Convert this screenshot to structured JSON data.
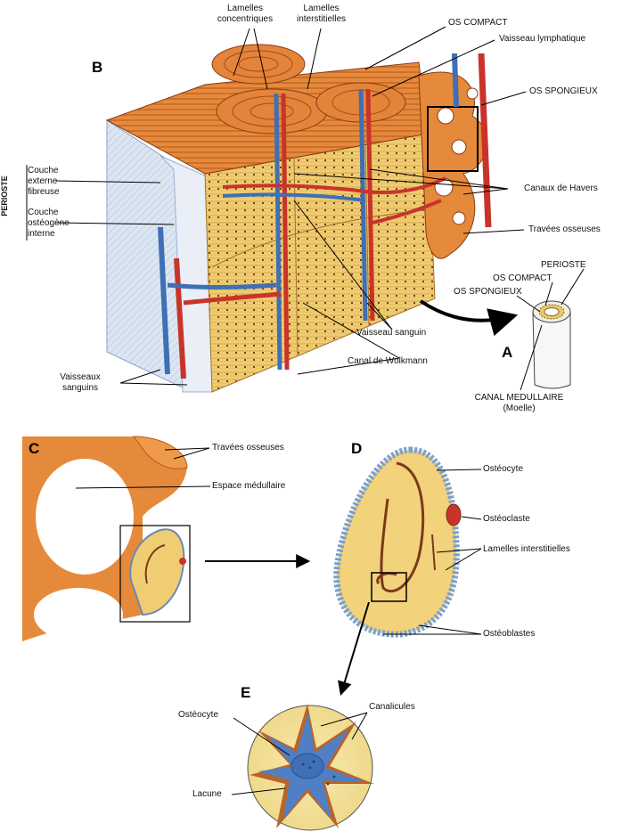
{
  "panels": {
    "A": "A",
    "B": "B",
    "C": "C",
    "D": "D",
    "E": "E"
  },
  "panel_b": {
    "periosteum_vertical": "PERIOSTE",
    "lamelles_concentriques": [
      "Lamelles",
      "concentriques"
    ],
    "lamelles_interstitielles": [
      "Lamelles",
      "interstitielles"
    ],
    "os_compact": "OS COMPACT",
    "vaisseau_lymphatique": "Vaisseau lymphatique",
    "os_spongieux": "OS SPONGIEUX",
    "couche_externe": [
      "Couche",
      "externe",
      "fibreuse"
    ],
    "couche_osteogene": [
      "Couche",
      "ostéogène",
      "interne"
    ],
    "canaux_havers": "Canaux de Havers",
    "travees_osseuses": "Travées osseuses",
    "vaisseau_sanguin": "Vaisseau sanguin",
    "canal_wolkmann": "Canal de Wolkmann",
    "vaisseaux_sanguins": [
      "Vaisseaux",
      "sanguins"
    ]
  },
  "panel_a": {
    "perioste": "PERIOSTE",
    "os_compact": "OS COMPACT",
    "os_spongieux": "OS SPONGIEUX",
    "canal_medullaire": "CANAL MEDULLAIRE",
    "moelle": "(Moelle)"
  },
  "panel_c": {
    "travees_osseuses": "Travées osseuses",
    "espace_medullaire": "Espace médullaire"
  },
  "panel_d": {
    "osteocyte": "Ostéocyte",
    "osteoclaste": "Ostéoclaste",
    "lamelles_interstitielles": "Lamelles interstitielles",
    "osteoblastes": "Ostéoblastes"
  },
  "panel_e": {
    "canalicules": "Canalicules",
    "osteocyte": "Ostéocyte",
    "lacune": "Lacune"
  },
  "colors": {
    "bone_orange": "#e07a2e",
    "lamella_yellow": "#f2d27a",
    "artery_red": "#c8342a",
    "vein_blue": "#3f6fb5",
    "periosteum_blue": "#c9d8ec"
  }
}
